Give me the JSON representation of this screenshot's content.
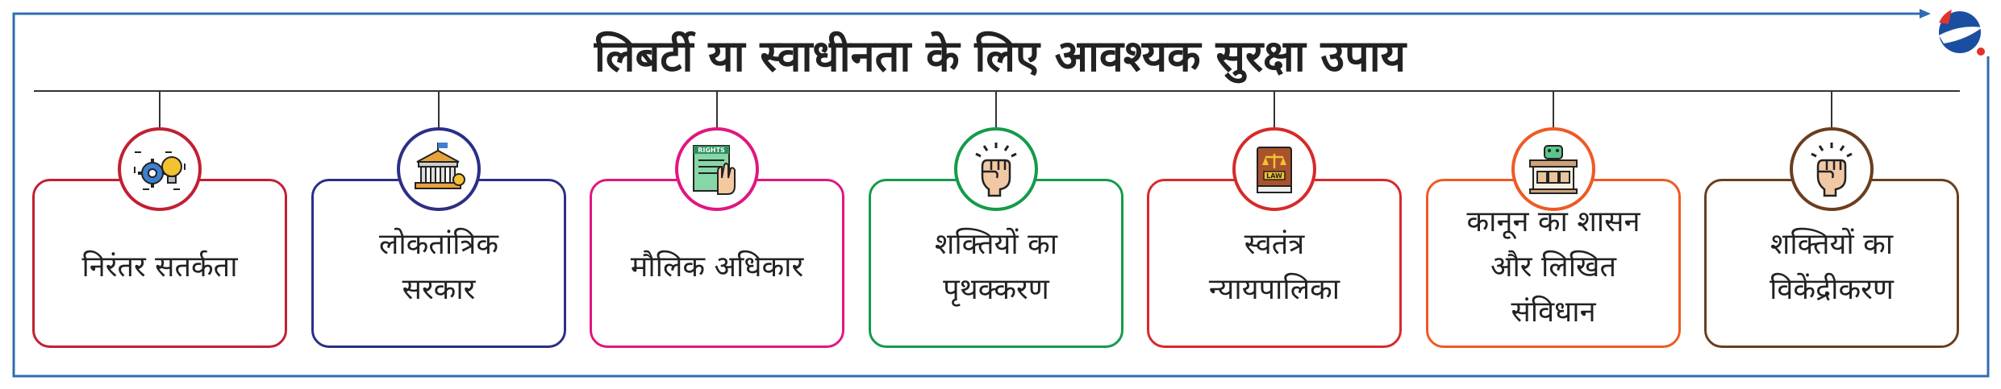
{
  "title": "लिबर्टी या स्वाधीनता के लिए आवश्यक सुरक्षा उपाय",
  "items": [
    {
      "lines": [
        "निरंतर सतर्कता"
      ],
      "color": "#c21f32",
      "icon": "gear-bulb-icon"
    },
    {
      "lines": [
        "लोकतांत्रिक",
        "सरकार"
      ],
      "color": "#2b2f86",
      "icon": "government-building-icon"
    },
    {
      "lines": [
        "मौलिक अधिकार"
      ],
      "color": "#e0177e",
      "icon": "rights-document-icon"
    },
    {
      "lines": [
        "शक्तियों का",
        "पृथक्करण"
      ],
      "color": "#159a4a",
      "icon": "raised-fist-icon"
    },
    {
      "lines": [
        "स्वतंत्र",
        "न्यायपालिका"
      ],
      "color": "#d62a2a",
      "icon": "law-book-icon"
    },
    {
      "lines": [
        "कानून का शासन",
        "और लिखित",
        "संविधान"
      ],
      "color": "#ee5a24",
      "icon": "court-desk-icon"
    },
    {
      "lines": [
        "शक्तियों का",
        "विकेंद्रीकरण"
      ],
      "color": "#6b3e1e",
      "icon": "raised-fist-icon"
    }
  ],
  "frame_color": "#2e6db4",
  "line_color": "#333333"
}
